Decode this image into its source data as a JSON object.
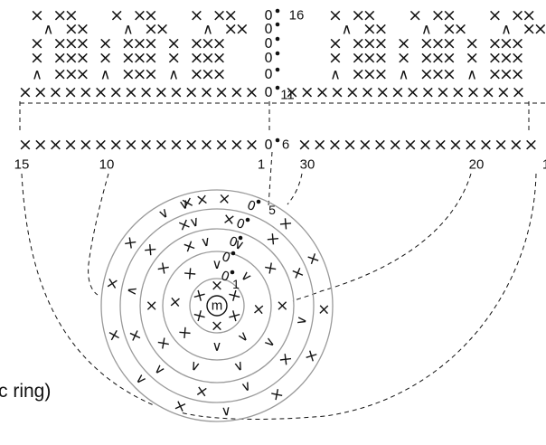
{
  "diagram": {
    "stitches": {
      "sc": "×",
      "inc": "∧",
      "dec": "∨",
      "chain": "0",
      "slst": "•"
    },
    "row_labels": {
      "row11": "11",
      "row16": "16",
      "row6": "6"
    },
    "stitch_numbers": {
      "n15": "15",
      "n10": "10",
      "n1": "1",
      "n30": "30",
      "n20": "20",
      "n1_right": "1"
    },
    "round_labels": {
      "r5": "5",
      "r1": "1"
    },
    "center_label": "m",
    "legend_fragment": "c ring)"
  }
}
